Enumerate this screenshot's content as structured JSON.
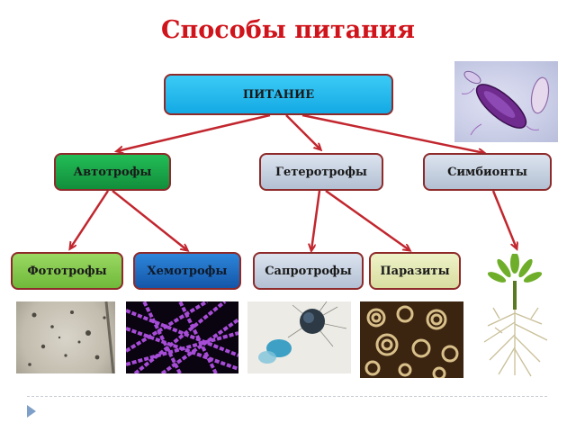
{
  "title": "Способы питания",
  "nodes": {
    "root": "ПИТАНИЕ",
    "autotrophs": "Автотрофы",
    "heterotrophs": "Гетеротрофы",
    "symbionts": "Симбионты",
    "phototrophs": "Фототрофы",
    "chemotrophs": "Хемотрофы",
    "saprotrophs": "Сапротрофы",
    "parasites": "Паразиты"
  },
  "colors": {
    "title": "#d0141b",
    "root": "#1fb8f0",
    "autotrophs": "#1aa84a",
    "heterotrophs": "#c6d1df",
    "symbionts": "#c6d1df",
    "phototrophs": "#86cc4e",
    "chemotrophs": "#1e6fc4",
    "saprotrophs": "#c6d1df",
    "parasites": "#e6ebb0",
    "border": "#8e2a2a",
    "arrow": "#c2262e"
  },
  "images": [
    "bacteria-photo",
    "phototroph-micro-photo",
    "chemotroph-filaments-photo",
    "mold-photo",
    "parasite-worms-photo",
    "plant-roots-photo"
  ]
}
